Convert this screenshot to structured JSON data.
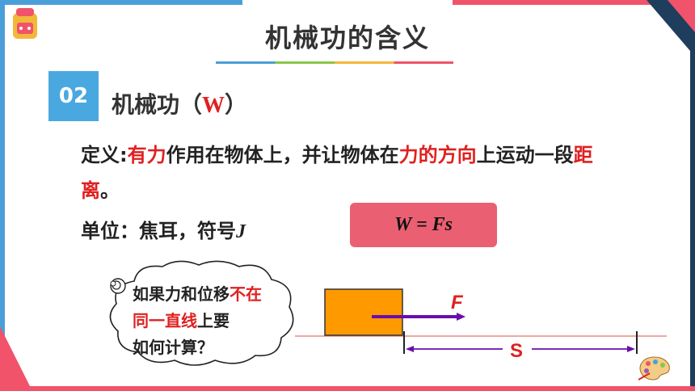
{
  "slide": {
    "title": "机械功的含义",
    "badge": "02",
    "section": {
      "prefix": "机械功（",
      "symbol": "W",
      "suffix": "）"
    },
    "definition": {
      "p1": "定义:",
      "r1": "有力",
      "p2": "作用在物体上，并让物体在",
      "r2": "力的方向",
      "p3": "上运动一段",
      "r3": "距离",
      "p4": "。"
    },
    "unit": {
      "text": "单位：焦耳，符号",
      "symbol": "J"
    },
    "formula": "W = Fs",
    "question": {
      "l1a": "如果力和位移",
      "l1r": "不在",
      "l2r": "同一直线",
      "l2b": "上要",
      "l3": "如何计算？"
    },
    "diagram": {
      "force_label": "F",
      "distance_label": "S"
    },
    "colors": {
      "accent_red": "#e02020",
      "badge_blue": "#4aa8e0",
      "formula_bg": "#eb5f72",
      "box_orange": "#ff9900",
      "arrow_purple": "#6a0dad"
    }
  }
}
